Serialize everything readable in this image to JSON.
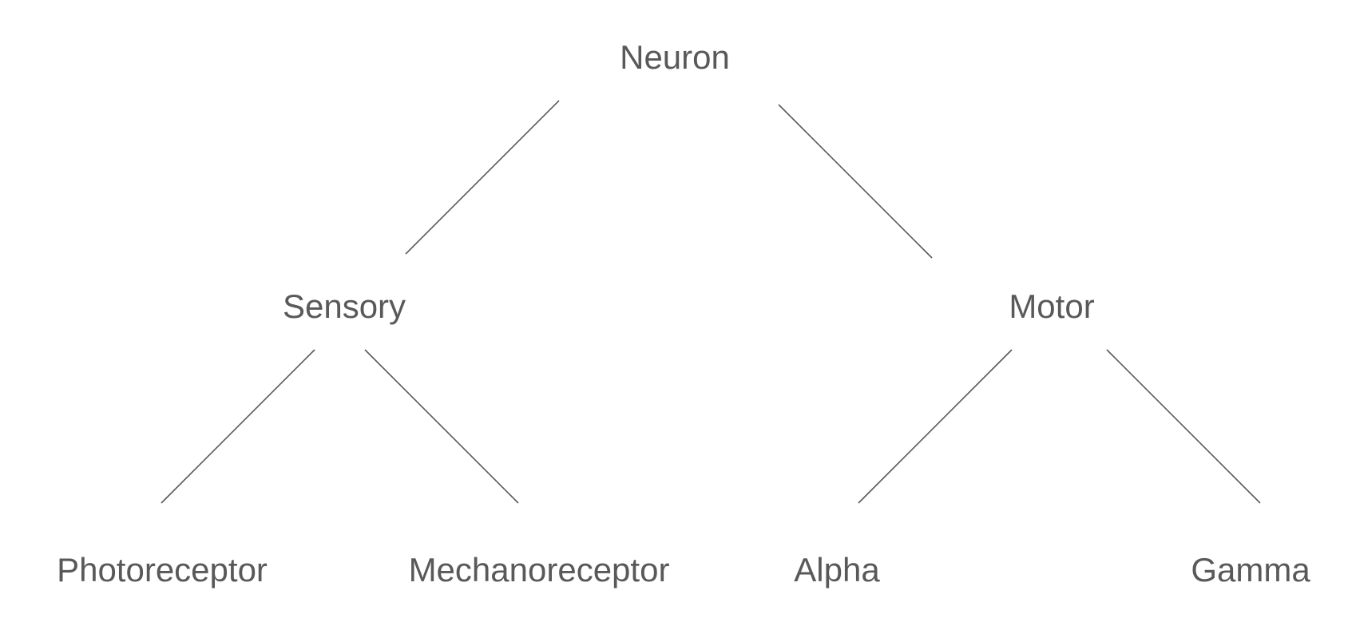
{
  "diagram": {
    "type": "tree",
    "colors": {
      "text": "#595959",
      "lines": "#595959",
      "background": "#ffffff"
    },
    "nodes": {
      "root": {
        "label": "Neuron"
      },
      "sensory": {
        "label": "Sensory"
      },
      "motor": {
        "label": "Motor"
      },
      "photoreceptor": {
        "label": "Photoreceptor"
      },
      "mechanoreceptor": {
        "label": "Mechanoreceptor"
      },
      "alpha": {
        "label": "Alpha"
      },
      "gamma": {
        "label": "Gamma"
      }
    },
    "edges": [
      {
        "from": "root",
        "to": "sensory"
      },
      {
        "from": "root",
        "to": "motor"
      },
      {
        "from": "sensory",
        "to": "photoreceptor"
      },
      {
        "from": "sensory",
        "to": "mechanoreceptor"
      },
      {
        "from": "motor",
        "to": "alpha"
      },
      {
        "from": "motor",
        "to": "gamma"
      }
    ]
  }
}
